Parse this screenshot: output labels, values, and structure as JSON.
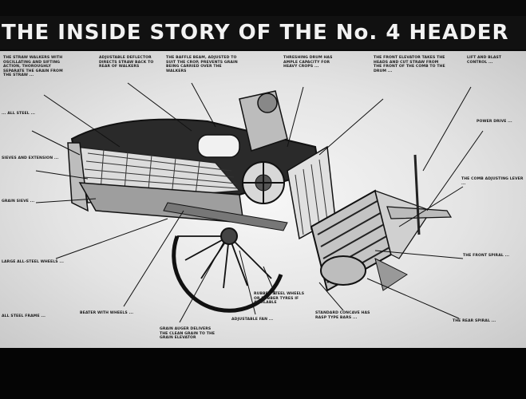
{
  "banner": {
    "title": "THE INSIDE STORY OF THE No. 4 HEADER"
  },
  "captions": [
    {
      "id": "straw-walkers",
      "text": "The straw walkers with oscillating and sifting action, thoroughly separate the grain from the straw ..."
    },
    {
      "id": "adjustable-deflector",
      "text": "Adjustable deflector directs straw back to rear of walkers"
    },
    {
      "id": "baffle-beam",
      "text": "The baffle beam, adjusted to suit the crop, prevents grain being carried over the walkers"
    },
    {
      "id": "threshing-drum",
      "text": "Threshing drum has ample capacity for heavy crops ..."
    },
    {
      "id": "front-elevator",
      "text": "The front elevator takes the heads and cut straw from the front of the comb to the drum ..."
    },
    {
      "id": "blast-control",
      "text": "Lift and blast control ..."
    },
    {
      "id": "all-steel",
      "text": "... All steel ..."
    },
    {
      "id": "power-drive",
      "text": "Power drive ..."
    },
    {
      "id": "sieves",
      "text": "Sieves and extension ..."
    },
    {
      "id": "grain-sieve",
      "text": "Grain sieve ..."
    },
    {
      "id": "comb-adjust",
      "text": "The comb adjusting lever ..."
    },
    {
      "id": "large-wheels",
      "text": "Large all-steel wheels ..."
    },
    {
      "id": "front-spiral",
      "text": "The front spiral ..."
    },
    {
      "id": "steel-frame",
      "text": "All steel frame ..."
    },
    {
      "id": "beater",
      "text": "Beater with wheels ..."
    },
    {
      "id": "grain-auger",
      "text": "Grain auger delivers the clean grain to the grain elevator"
    },
    {
      "id": "fan",
      "text": "Adjustable fan ..."
    },
    {
      "id": "steel-wheels",
      "text": "Rubber steel wheels or rubber tyres if available"
    },
    {
      "id": "concave",
      "text": "Standard concave has rasp type bars ..."
    },
    {
      "id": "rear-spiral",
      "text": "The rear spiral ..."
    }
  ]
}
